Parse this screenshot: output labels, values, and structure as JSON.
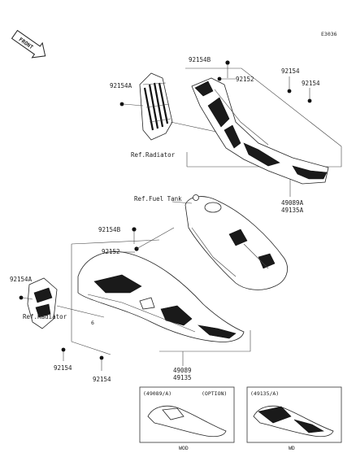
{
  "diagram_code": "E3036",
  "front_label": "FRONT",
  "upper": {
    "bolt_top": "92154B",
    "washer": "92152",
    "bolt_right_1": "92154",
    "bolt_right_2": "92154",
    "bolt_left": "92154A",
    "ref": "Ref.Radiator",
    "part_line1": "49089A",
    "part_line2": "49135A"
  },
  "lower": {
    "ref_tank": "Ref.Fuel Tank",
    "bolt_top": "92154B",
    "washer": "92152",
    "bolt_left": "92154A",
    "ref": "Ref.Radiator",
    "bolt_bottom_1": "92154",
    "bolt_bottom_2": "92154",
    "part_line1": "49089",
    "part_line2": "49135"
  },
  "option_boxes": [
    {
      "code": "(49089/A)",
      "tag": "(OPTION)",
      "caption": "WOD"
    },
    {
      "code": "(49135/A)",
      "tag": "",
      "caption": "WD"
    }
  ]
}
